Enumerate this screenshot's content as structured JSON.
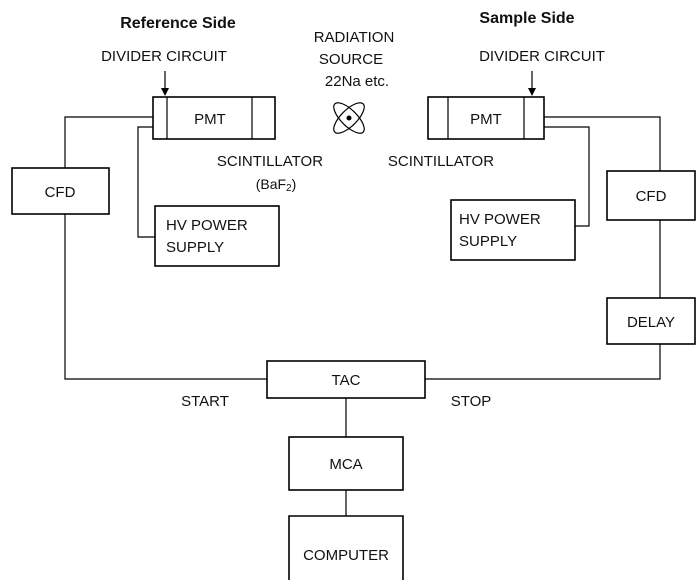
{
  "reference_side": {
    "title": "Reference Side",
    "divider_label": "DIVIDER CIRCUIT",
    "pmt_label": "PMT",
    "scintillator_label": "SCINTILLATOR",
    "scintillator_material": "(BaF",
    "scintillator_material_sub": "2",
    "scintillator_material_close": ")",
    "cfd_label": "CFD",
    "hv_line1": "HV POWER",
    "hv_line2": "SUPPLY"
  },
  "sample_side": {
    "title": "Sample Side",
    "divider_label": "DIVIDER CIRCUIT",
    "pmt_label": "PMT",
    "scintillator_label": "SCINTILLATOR",
    "cfd_label": "CFD",
    "delay_label": "DELAY",
    "hv_line1": "HV POWER",
    "hv_line2": "SUPPLY"
  },
  "source": {
    "line1": "RADIATION",
    "line2": "SOURCE",
    "line3": "22Na  etc."
  },
  "tac": {
    "label": "TAC",
    "start_label": "START",
    "stop_label": "STOP"
  },
  "mca_label": "MCA",
  "computer_label": "COMPUTER"
}
